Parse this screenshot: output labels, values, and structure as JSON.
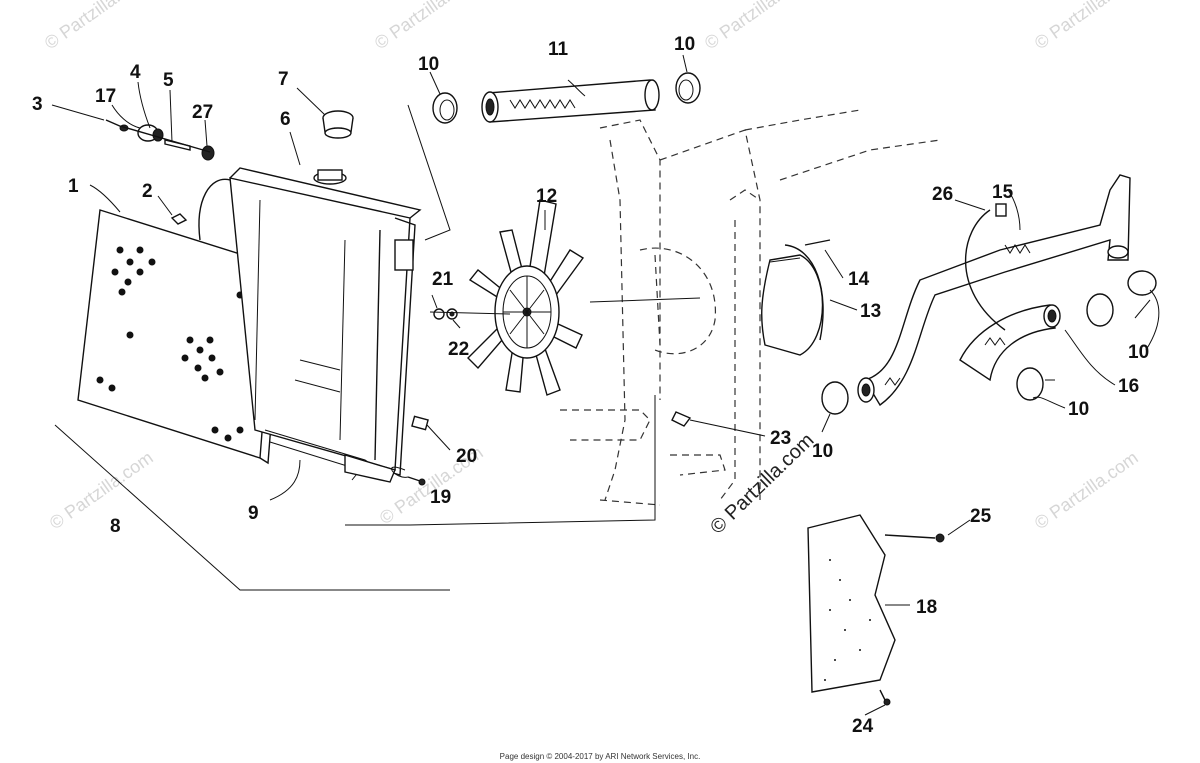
{
  "watermark": {
    "text": "© Partzilla.com",
    "center_text": "© Partzilla.com"
  },
  "footer": {
    "text": "Page design © 2004-2017 by ARI Network Services, Inc."
  },
  "callouts": {
    "c1": "1",
    "c2": "2",
    "c3": "3",
    "c4": "4",
    "c5": "5",
    "c6": "6",
    "c7": "7",
    "c8": "8",
    "c9": "9",
    "c10a": "10",
    "c10b": "10",
    "c10c": "10",
    "c10d": "10",
    "c10e": "10",
    "c11": "11",
    "c12": "12",
    "c13": "13",
    "c14": "14",
    "c15": "15",
    "c16": "16",
    "c17": "17",
    "c18": "18",
    "c19": "19",
    "c20": "20",
    "c21": "21",
    "c22": "22",
    "c23": "23",
    "c24": "24",
    "c25": "25",
    "c26": "26",
    "c27": "27"
  }
}
